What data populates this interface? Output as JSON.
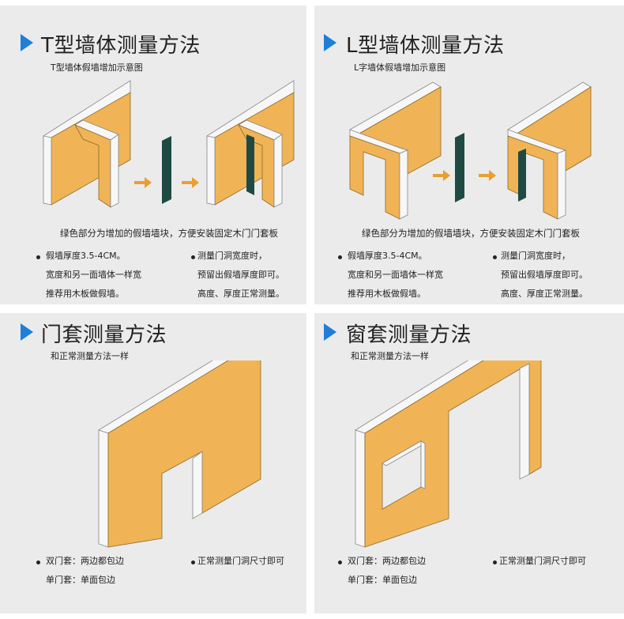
{
  "panels": {
    "t_wall": {
      "title": "T型墙体测量方法",
      "subtitle": "T型墙体假墙增加示意图",
      "caption": "绿色部分为增加的假墙墙块，方便安装固定木门门套板",
      "notes_left": [
        "假墙厚度3.5-4CM。",
        "宽度和另一面墙体一样宽",
        "推荐用木板做假墙。"
      ],
      "notes_right": [
        "测量门洞宽度时，",
        "预留出假墙厚度即可。",
        "高度、厚度正常测量。"
      ]
    },
    "l_wall": {
      "title": "L型墙体测量方法",
      "subtitle": "L字墙体假墙增加示意图",
      "caption": "绿色部分为增加的假墙墙块，方便安装固定木门门套板",
      "notes_left": [
        "假墙厚度3.5-4CM。",
        "宽度和另一面墙体一样宽",
        "推荐用木板做假墙。"
      ],
      "notes_right": [
        "测量门洞宽度时，",
        "预留出假墙厚度即可。",
        "高度、厚度正常测量。"
      ]
    },
    "door": {
      "title": "门套测量方法",
      "subtitle": "和正常测量方法一样",
      "notes_left": [
        "双门套：两边都包边",
        "单门套：单面包边"
      ],
      "notes_right": [
        "正常测量门洞尺寸即可"
      ]
    },
    "window": {
      "title": "窗套测量方法",
      "subtitle": "和正常测量方法一样",
      "notes_left": [
        "双门套：两边都包边",
        "单门套：单面包边"
      ],
      "notes_right": [
        "正常测量门洞尺寸即可"
      ]
    }
  },
  "colors": {
    "accent": "#1e7fd8",
    "wall_face": "#f0b456",
    "wall_edge": "#f7f7f7",
    "fake_wall": "#1f4a44",
    "arrow": "#e8a030",
    "panel_bg": "#ebebeb"
  },
  "icons": [
    "triangle-bullet-icon",
    "right-arrow-icon"
  ]
}
